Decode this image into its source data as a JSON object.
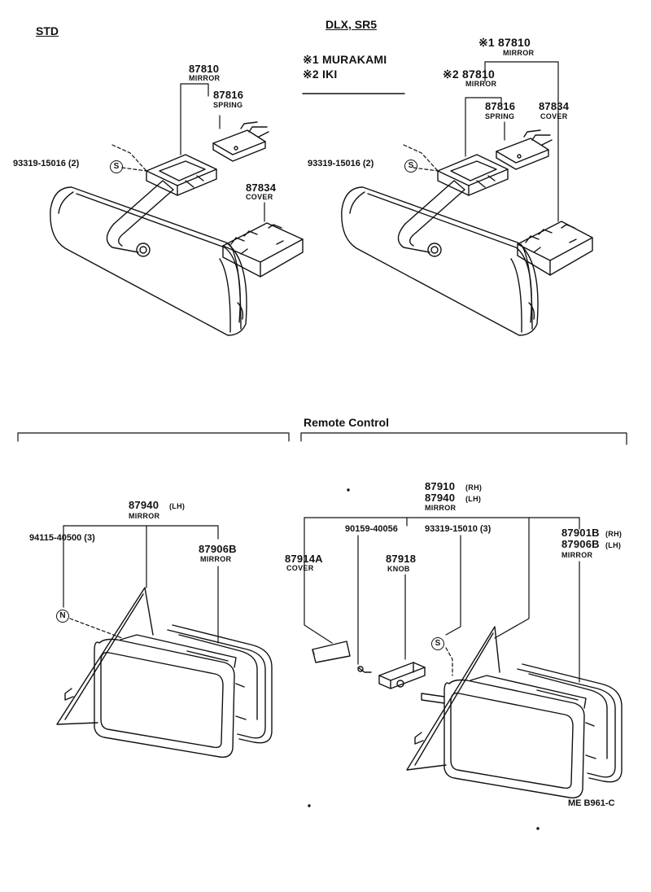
{
  "headings": {
    "std": "STD",
    "dlx": "DLX, SR5",
    "remote": "Remote Control"
  },
  "notes": {
    "n1": "※1 MURAKAMI",
    "n2": "※2 IKI"
  },
  "std_inner": {
    "mirror_pn": "87810",
    "mirror_name": "MIRROR",
    "spring_pn": "87816",
    "spring_name": "SPRING",
    "screw_pn": "93319-15016 (2)",
    "cover_pn": "87834",
    "cover_name": "COVER"
  },
  "dlx_inner": {
    "mirror1_pn": "※1 87810",
    "mirror1_name": "MIRROR",
    "mirror2_pn": "※2 87810",
    "mirror2_name": "MIRROR",
    "spring_pn": "87816",
    "spring_name": "SPRING",
    "cover_pn": "87834",
    "cover_name": "COVER",
    "screw_pn": "93319-15016 (2)"
  },
  "std_outer": {
    "mirror_pn": "87940",
    "mirror_side": "(LH)",
    "mirror_name": "MIRROR",
    "nut_pn": "94115-40500 (3)",
    "glass_pn": "87906B",
    "glass_name": "MIRROR"
  },
  "remote_outer": {
    "rh_pn": "87910",
    "rh_side": "(RH)",
    "lh_pn": "87940",
    "lh_side": "(LH)",
    "mirror_name": "MIRROR",
    "screw1_pn": "90159-40056",
    "screw2_pn": "93319-15010 (3)",
    "glass_rh_pn": "87901B",
    "glass_rh_side": "(RH)",
    "glass_lh_pn": "87906B",
    "glass_lh_side": "(LH)",
    "glass_name": "MIRROR",
    "cover_pn": "87914A",
    "cover_name": "COVER",
    "knob_pn": "87918",
    "knob_name": "KNOB"
  },
  "symbols": {
    "screw": "S",
    "nut": "N"
  },
  "figure_code": "ME  B961-C"
}
